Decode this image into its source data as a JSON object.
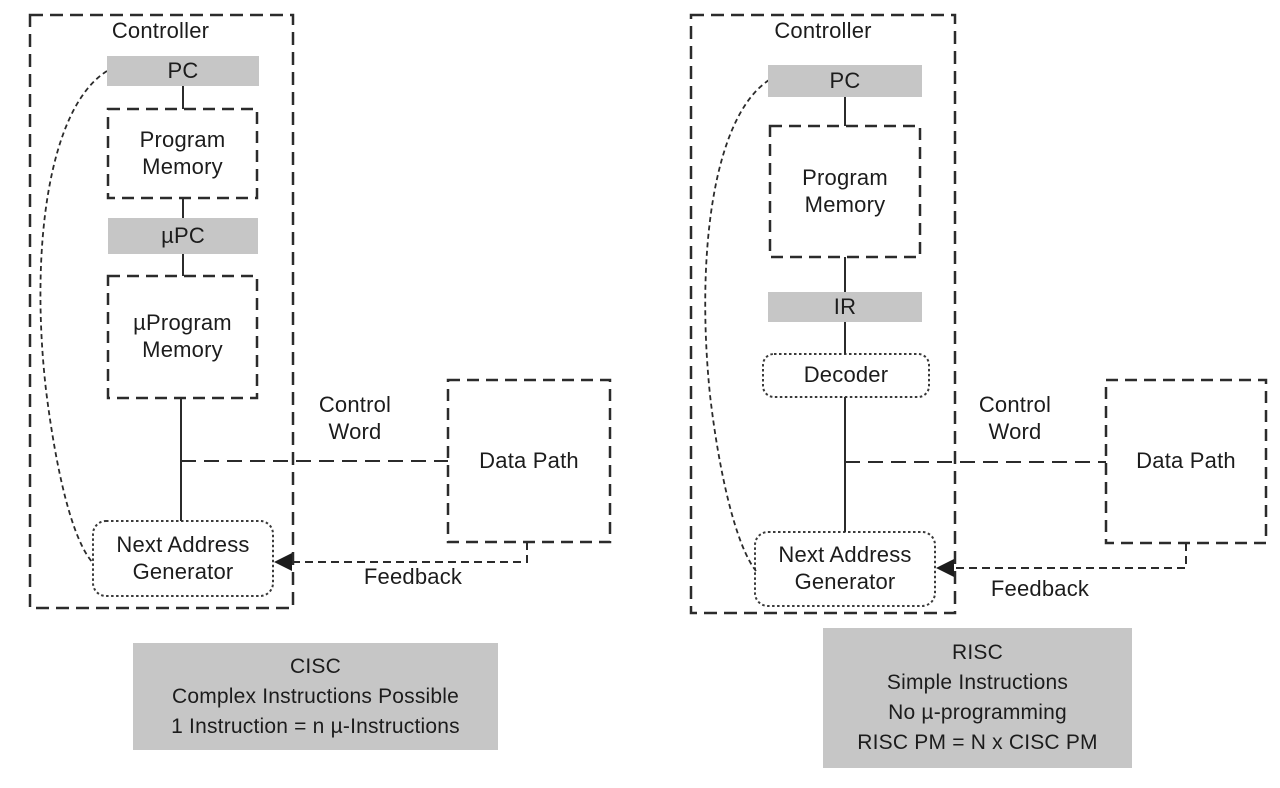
{
  "left": {
    "controller": "Controller",
    "pc": "PC",
    "program_memory": "Program Memory",
    "upc": "µPC",
    "uprogram_memory": "µProgram Memory",
    "next_address_generator": "Next Address Generator",
    "control_word": "Control Word",
    "data_path": "Data Path",
    "feedback": "Feedback",
    "summary": {
      "line1": "CISC",
      "line2": "Complex Instructions Possible",
      "line3": "1 Instruction = n µ-Instructions"
    }
  },
  "right": {
    "controller": "Controller",
    "pc": "PC",
    "program_memory": "Program Memory",
    "ir": "IR",
    "decoder": "Decoder",
    "next_address_generator": "Next Address Generator",
    "control_word": "Control Word",
    "data_path": "Data Path",
    "feedback": "Feedback",
    "summary": {
      "line1": "RISC",
      "line2": "Simple Instructions",
      "line3": "No µ-programming",
      "line4": "RISC PM = N x CISC PM"
    }
  },
  "colors": {
    "register_fill": "#c6c6c6",
    "summary_fill": "#c6c6c6",
    "line": "#2b2b2b",
    "text": "#1c1c1c",
    "background": "#ffffff"
  }
}
